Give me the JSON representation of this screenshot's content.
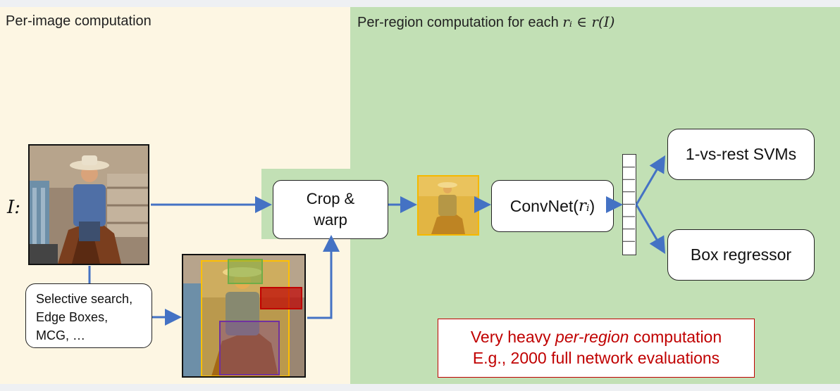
{
  "panels": {
    "per_image": {
      "title": "Per-image computation"
    },
    "per_region": {
      "title_prefix": "Per-region computation for each",
      "title_math": "rᵢ ∈ r(I)"
    }
  },
  "input": {
    "label": "I:"
  },
  "proposals": {
    "lines": [
      "Selective search,",
      "Edge Boxes,",
      "MCG, …"
    ]
  },
  "crop_warp": {
    "label": "Crop & warp"
  },
  "convnet": {
    "label": "ConvNet(",
    "math": "rᵢ",
    "close": ")"
  },
  "outputs": {
    "svm": "1-vs-rest SVMs",
    "box_regressor": "Box regressor"
  },
  "feature_vector": {
    "cells": 8
  },
  "note": {
    "line1_pre": "Very heavy ",
    "line1_em": "per-region",
    "line1_post": " computation",
    "line2": "E.g., 2000 full network evaluations"
  },
  "colors": {
    "left_bg": "#fdf6e3",
    "right_bg": "#c2e0b5",
    "arrow": "#4472c4",
    "note_red": "#c00000",
    "region_green": "#70ad47",
    "region_red": "#c00000",
    "region_yellow": "#ffc000",
    "region_purple": "#7030a0"
  }
}
